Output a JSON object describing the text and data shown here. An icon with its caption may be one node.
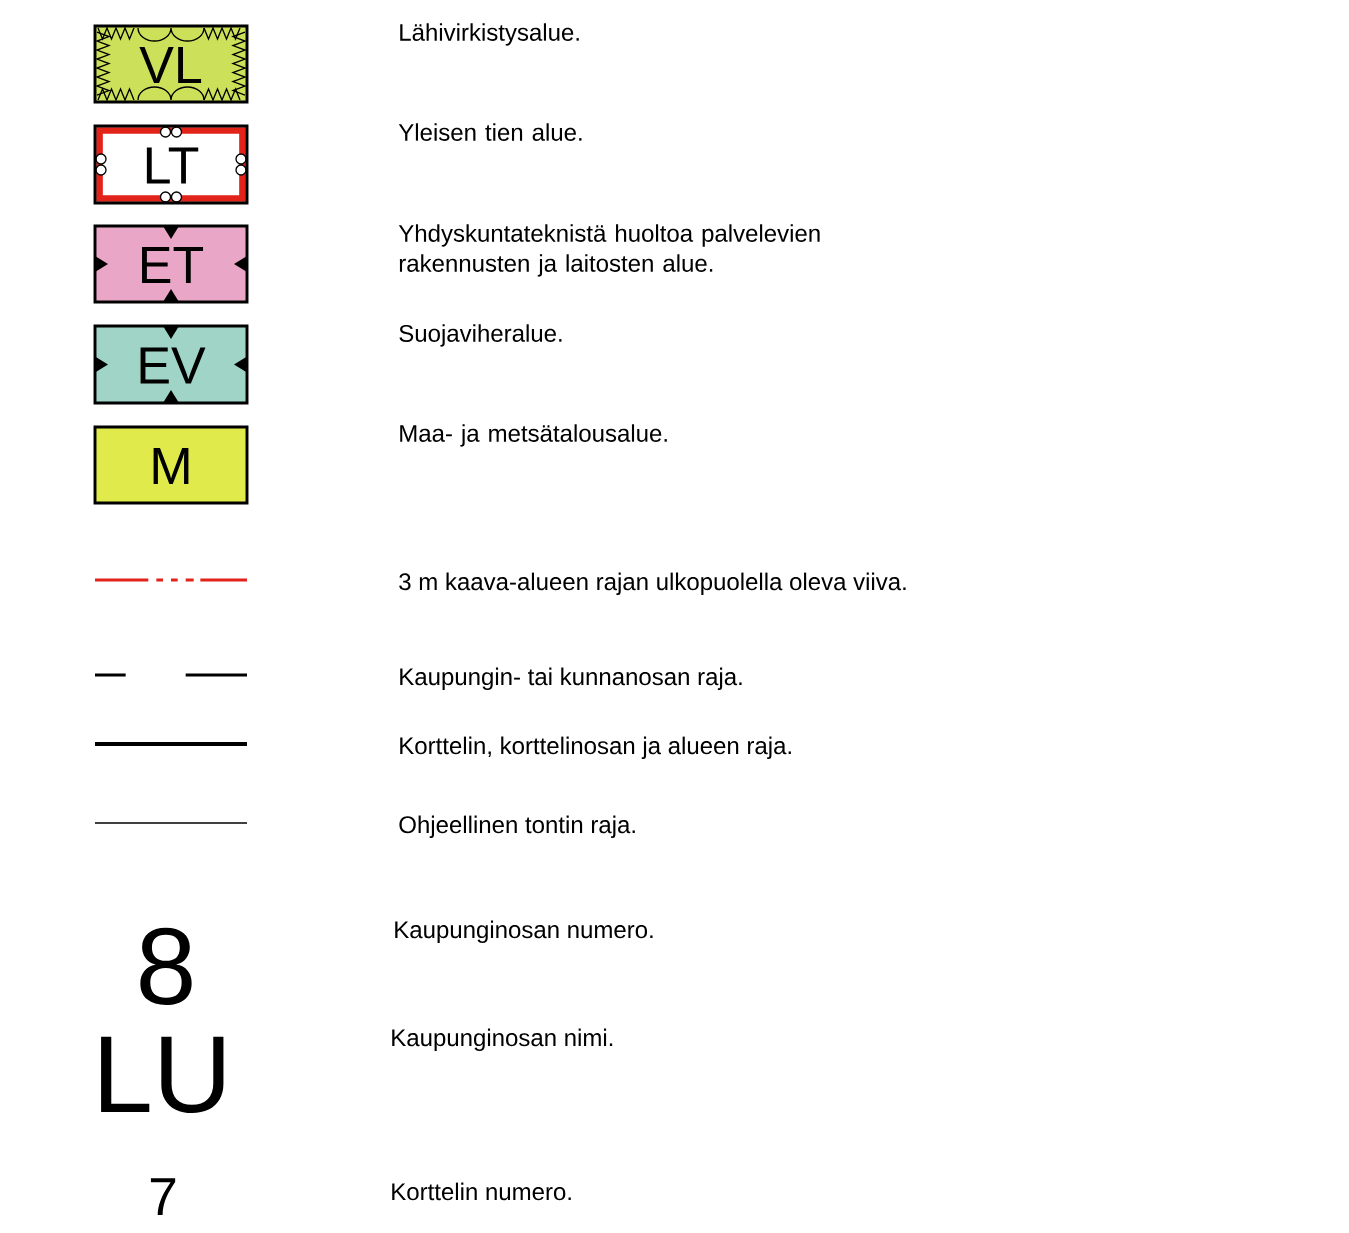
{
  "diagram": {
    "nodes": [
      {
        "text": [
          "VL"
        ]
      },
      {
        "text": [
          "LT"
        ]
      },
      {
        "text": [
          "ET"
        ]
      },
      {
        "text": [
          "EV"
        ]
      },
      {
        "text": [
          "M"
        ]
      }
    ],
    "legend": [
      {
        "text": "3 m kaava-alueen rajan ulkopuolella oleva viiva."
      },
      {
        "text": "Kaupungin- tai kunnanosan raja."
      },
      {
        "text": "Korttelin, korttelinosan ja alueen raja."
      },
      {
        "text": "Ohjeellinen tontin raja."
      }
    ],
    "labels": [
      "Lähivirkistysalue.",
      "Yleisen tien alue.",
      "Yhdyskuntateknistä huoltoa palvelevien rakennusten ja laitosten alue.",
      "Suojaviheralue.",
      "Maa- ja metsätalousalue.",
      "8",
      "Kaupunginosan numero.",
      "LU",
      "Kaupunginosan nimi.",
      "7",
      "Korttelin numero."
    ]
  }
}
